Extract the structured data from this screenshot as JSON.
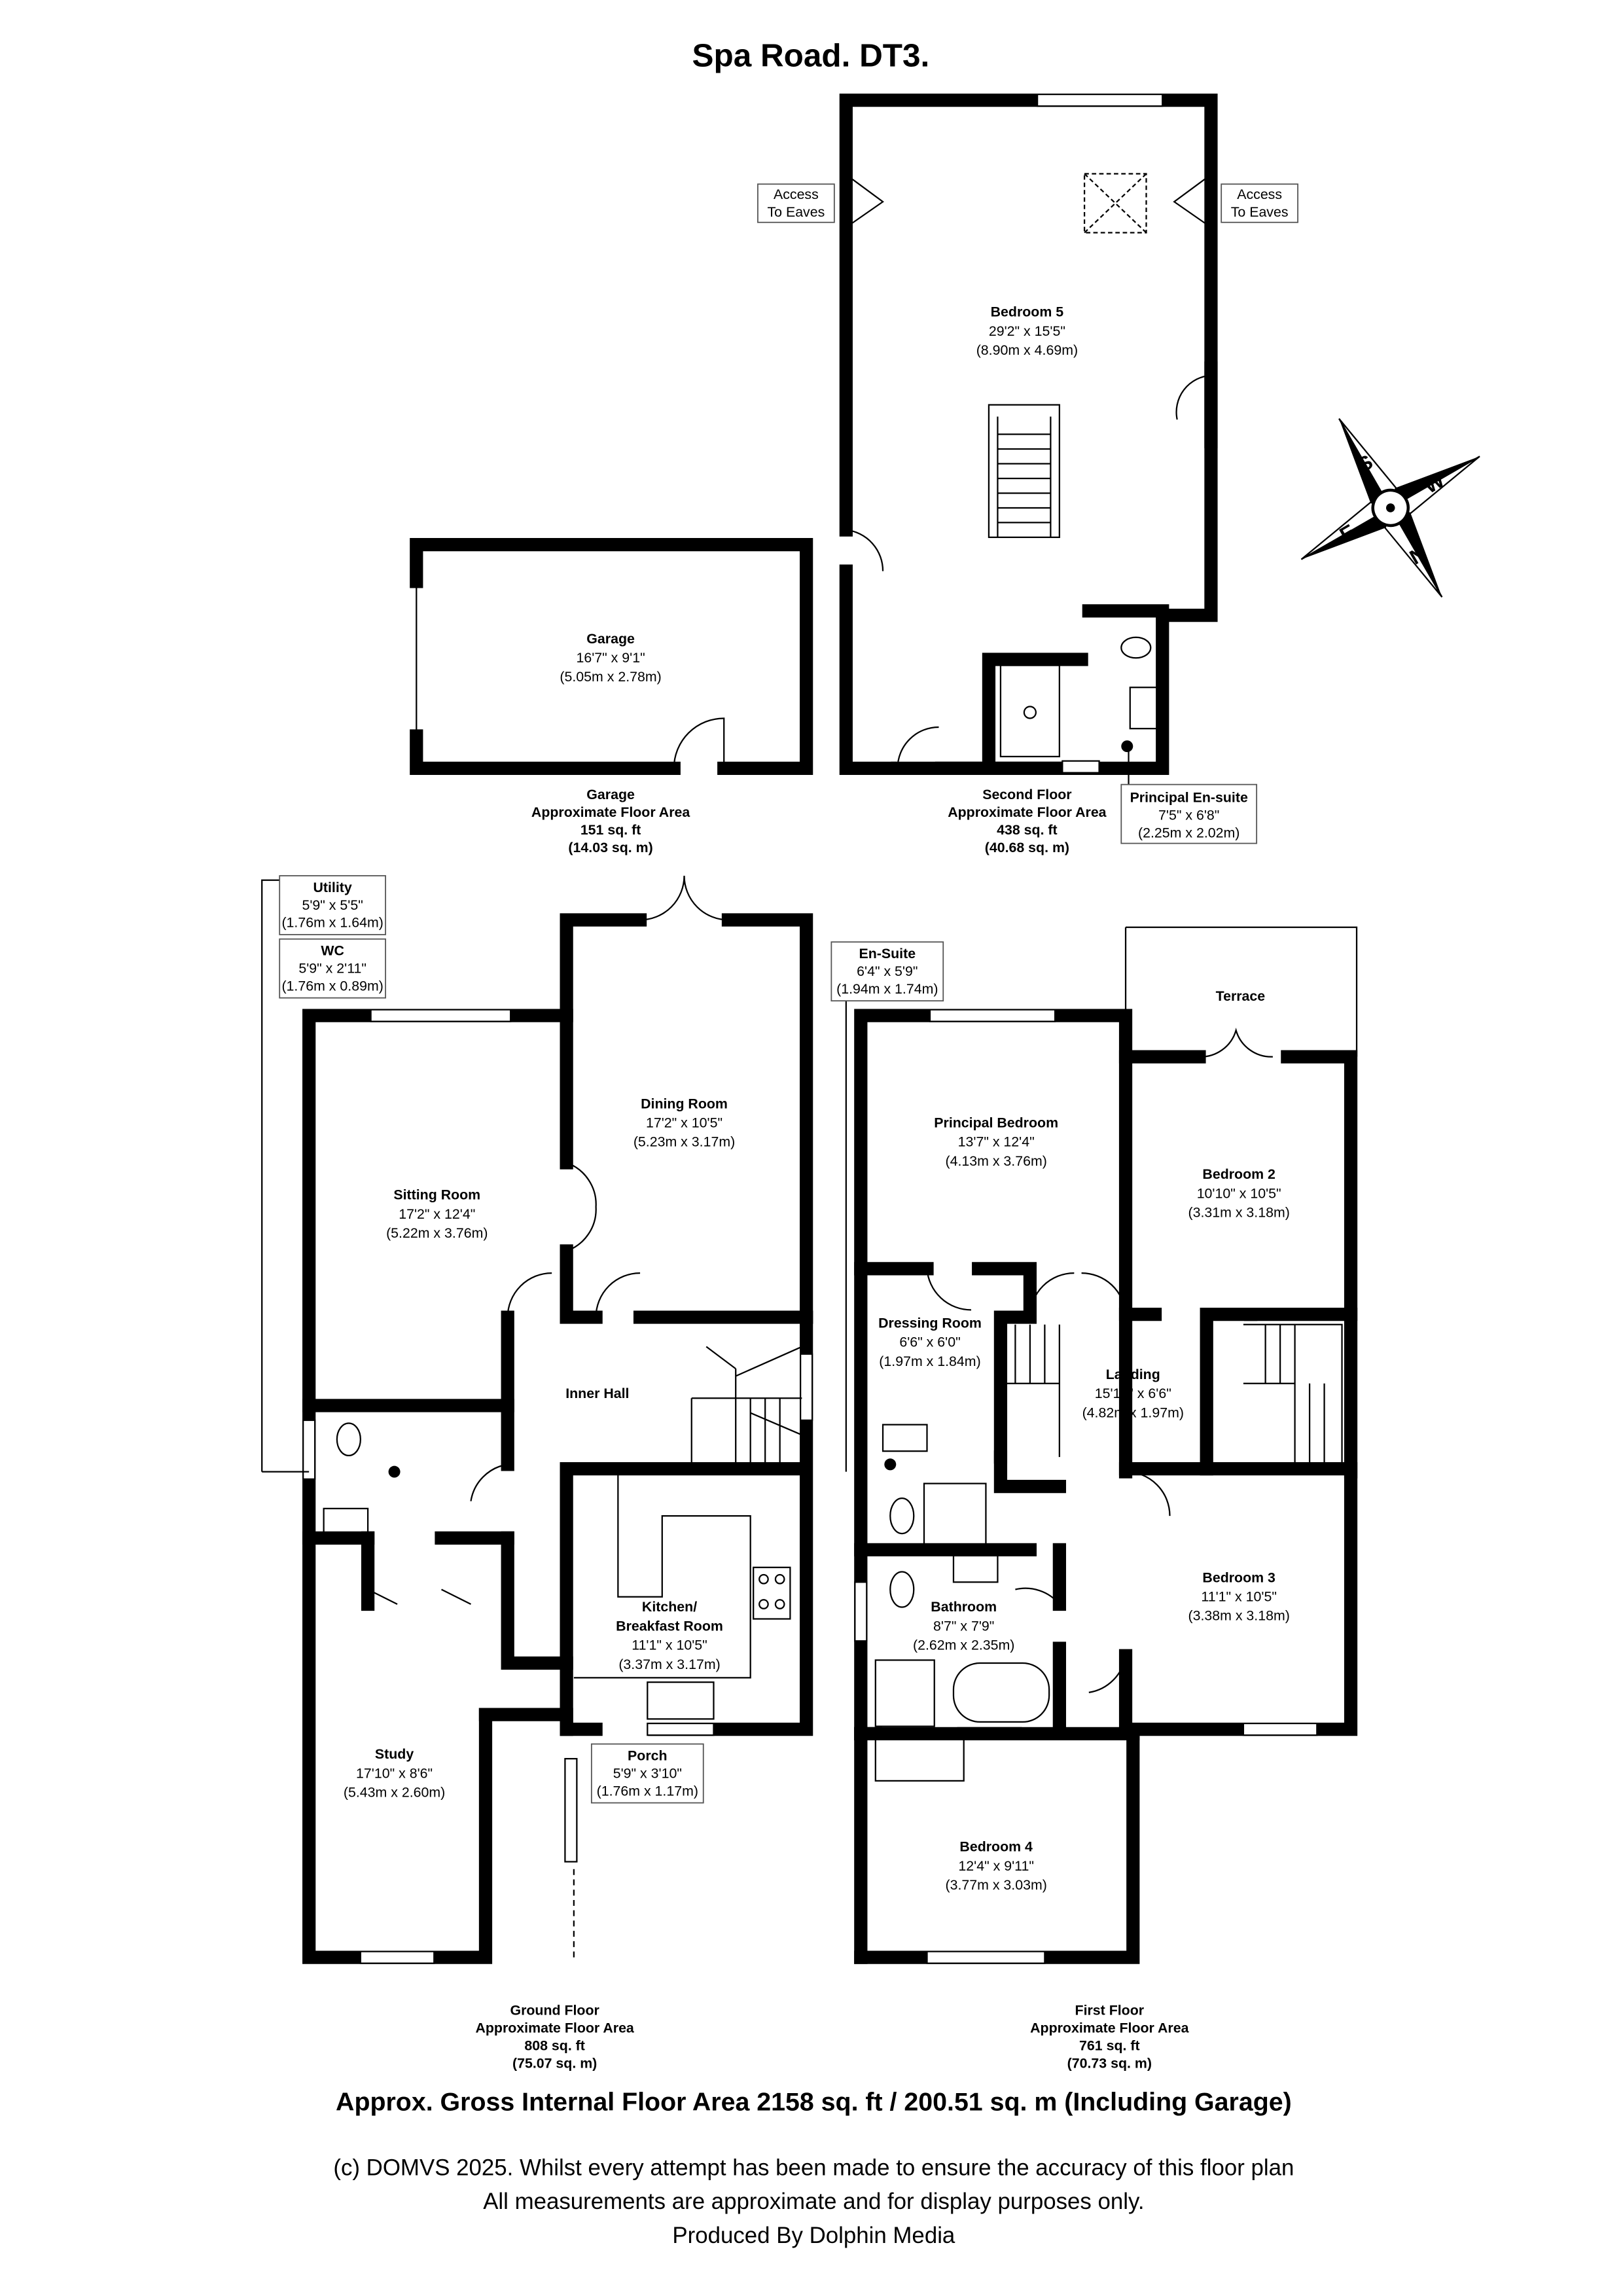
{
  "title": "Spa Road. DT3.",
  "rooms": {
    "bedroom5": {
      "name": "Bedroom 5",
      "imperial": "29'2\" x 15'5\"",
      "metric": "(8.90m x 4.69m)"
    },
    "garage": {
      "name": "Garage",
      "imperial": "16'7\" x 9'1\"",
      "metric": "(5.05m x 2.78m)"
    },
    "principal_ensuite": {
      "name": "Principal En-suite",
      "imperial": "7'5\" x 6'8\"",
      "metric": "(2.25m x 2.02m)"
    },
    "utility": {
      "name": "Utility",
      "imperial": "5'9\" x 5'5\"",
      "metric": "(1.76m x 1.64m)"
    },
    "wc": {
      "name": "WC",
      "imperial": "5'9\" x 2'11\"",
      "metric": "(1.76m x 0.89m)"
    },
    "sitting": {
      "name": "Sitting Room",
      "imperial": "17'2\" x 12'4\"",
      "metric": "(5.22m x 3.76m)"
    },
    "dining": {
      "name": "Dining Room",
      "imperial": "17'2\" x 10'5\"",
      "metric": "(5.23m x 3.17m)"
    },
    "inner_hall": {
      "name": "Inner Hall"
    },
    "kitchen": {
      "name1": "Kitchen/",
      "name2": "Breakfast Room",
      "imperial": "11'1\" x 10'5\"",
      "metric": "(3.37m x 3.17m)"
    },
    "study": {
      "name": "Study",
      "imperial": "17'10\" x 8'6\"",
      "metric": "(5.43m x 2.60m)"
    },
    "porch": {
      "name": "Porch",
      "imperial": "5'9\" x 3'10\"",
      "metric": "(1.76m x 1.17m)"
    },
    "ensuite": {
      "name": "En-Suite",
      "imperial": "6'4\" x 5'9\"",
      "metric": "(1.94m x 1.74m)"
    },
    "principal_bedroom": {
      "name": "Principal Bedroom",
      "imperial": "13'7\" x 12'4\"",
      "metric": "(4.13m x 3.76m)"
    },
    "terrace": {
      "name": "Terrace"
    },
    "bedroom2": {
      "name": "Bedroom 2",
      "imperial": "10'10\" x 10'5\"",
      "metric": "(3.31m x 3.18m)"
    },
    "dressing": {
      "name": "Dressing Room",
      "imperial": "6'6\" x 6'0\"",
      "metric": "(1.97m x 1.84m)"
    },
    "landing": {
      "name": "Landing",
      "imperial": "15'10\" x 6'6\"",
      "metric": "(4.82m x 1.97m)"
    },
    "bedroom3": {
      "name": "Bedroom 3",
      "imperial": "11'1\" x 10'5\"",
      "metric": "(3.38m x 3.18m)"
    },
    "bathroom": {
      "name": "Bathroom",
      "imperial": "8'7\" x 7'9\"",
      "metric": "(2.62m x 2.35m)"
    },
    "bedroom4": {
      "name": "Bedroom 4",
      "imperial": "12'4\" x 9'11\"",
      "metric": "(3.77m x 3.03m)"
    }
  },
  "eaves": {
    "line1": "Access",
    "line2": "To Eaves"
  },
  "floors": {
    "garage": {
      "name": "Garage",
      "label": "Approximate Floor Area",
      "sqft": "151 sq. ft",
      "sqm": "(14.03 sq. m)"
    },
    "second": {
      "name": "Second Floor",
      "label": "Approximate Floor Area",
      "sqft": "438 sq. ft",
      "sqm": "(40.68 sq. m)"
    },
    "ground": {
      "name": "Ground Floor",
      "label": "Approximate Floor Area",
      "sqft": "808 sq. ft",
      "sqm": "(75.07 sq. m)"
    },
    "first": {
      "name": "First Floor",
      "label": "Approximate Floor Area",
      "sqft": "761 sq. ft",
      "sqm": "(70.73 sq. m)"
    }
  },
  "compass": {
    "n": "N",
    "s": "S",
    "e": "E",
    "w": "W"
  },
  "gross_area": "Approx. Gross Internal Floor Area 2158 sq. ft / 200.51 sq. m (Including Garage)",
  "footer": {
    "line1": "(c) DOMVS 2025. Whilst every attempt has been made to ensure the accuracy of this floor plan",
    "line2": "All measurements are approximate and for display purposes only.",
    "line3": "Produced By Dolphin Media"
  }
}
